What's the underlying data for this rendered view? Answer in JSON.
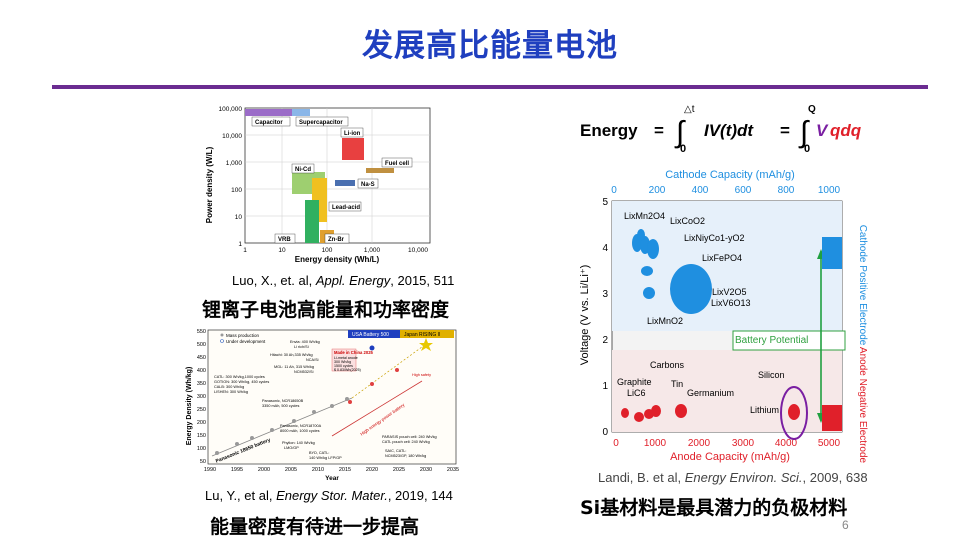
{
  "slide": {
    "title": "发展高比能量电池",
    "page_number": "6",
    "accent": "#1f3fbf",
    "rule_color": "#6b2c91"
  },
  "ragone": {
    "yaxis_label": "Power density (W/L)",
    "xaxis_label": "Energy density (Wh/L)",
    "y_ticks": [
      "100,000",
      "10,000",
      "1,000",
      "100",
      "10",
      "1"
    ],
    "x_ticks": [
      "1",
      "10",
      "100",
      "1,000",
      "10,000"
    ],
    "regions": [
      "Capacitor",
      "Supercapacitor",
      "Li-ion",
      "Fuel cell",
      "Ni-Cd",
      "Na-S",
      "Lead-acid",
      "VRB",
      "Zn-Br"
    ],
    "citation_prefix": "Luo, X., et. al, ",
    "citation_journal": "Appl. Energy",
    "citation_suffix": ", 2015, 511",
    "heading": "锂离子电池高能量和功率密度"
  },
  "timeline": {
    "yaxis_label": "Energy Density (Wh/kg)",
    "xaxis_label": "Year",
    "y_ticks": [
      "550",
      "500",
      "450",
      "400",
      "350",
      "300",
      "250",
      "200",
      "150",
      "100",
      "50"
    ],
    "x_ticks": [
      "1990",
      "1995",
      "2000",
      "2005",
      "2010",
      "2015",
      "2020",
      "2025",
      "2030",
      "2035"
    ],
    "legend_mass": "Mass production",
    "legend_dev": "Under development",
    "badge_usa": "USA Battery 500",
    "badge_japan": "Japan RISING II",
    "made_in_china": "Made in China 2025",
    "panasonic_label": "Panasonic 18650 battery",
    "high_energy_label": "High energy power battery",
    "annotations": [
      "Envia: 400 Wh/kg",
      "Li rich/Si",
      "Hitachi: 30 Ah,335 Wh/kg",
      "NCA/Si",
      "MGL: 11 Ah, 315 Wh/kg",
      "NCM532/Si",
      "CATL: 300 Wh/kg,1000 cycles",
      "GOTION: 300 Wh/kg, 450 cycles",
      "CALB: 300 Wh/kg",
      "LISHEN: 300 Wh/kg",
      "Panasonic, NCR18650B",
      "3350 mAh, 500 cycles",
      "Panasonic, NCR18700A",
      "8000 mAh, 1000 cycles",
      "Phylion: 140 Wh/kg",
      "LMO/GP",
      "BYD, CATL:",
      "140 Wh/kg LFP/GP",
      "PARASIS pouch cell: 240 Wh/kg",
      "CATL pouch cell: 240 Wh/kg",
      "SAIC, CATL:",
      "NCM523/GP, 180 Wh/kg",
      "Li-metal anode",
      "300 Wh/kg",
      "1500 cycles",
      "$ 0.83/Wh(2025)",
      "High safety"
    ],
    "citation_prefix": "Lu, Y., et al,  ",
    "citation_journal": "Energy Stor. Mater.",
    "citation_suffix": ", 2019, 144",
    "heading": "能量密度有待进一步提高"
  },
  "equation": {
    "lhs": "Energy",
    "eq1": "=",
    "upper1": "△t",
    "lower1": "0",
    "integrand1": "IV(t)dt",
    "eq2": "=",
    "upper2": "Q",
    "lower2": "0",
    "integrand_v": "V",
    "integrand_rest": "qdq",
    "v_color": "#7a1fa2"
  },
  "electrode": {
    "top_axis_label": "Cathode Capacity (mAh/g)",
    "top_ticks": [
      "0",
      "200",
      "400",
      "600",
      "800",
      "1000"
    ],
    "bottom_axis_label": "Anode Capacity (mAh/g)",
    "bottom_ticks": [
      "0",
      "1000",
      "2000",
      "3000",
      "4000",
      "5000"
    ],
    "y_label": "Voltage (V vs. Li/Li⁺)",
    "y_ticks": [
      "5",
      "4",
      "3",
      "2",
      "1",
      "0"
    ],
    "right_cathode": "Cathode\nPositive Electrode",
    "right_anode": "Anode\nNegative Electrode",
    "battery_potential": "Battery Potential",
    "cathodes": [
      "LixMn2O4",
      "LixCoO2",
      "LixNiyCo1-yO2",
      "LixFePO4",
      "LixV2O5",
      "LixV6O13",
      "LixMnO2"
    ],
    "anodes": [
      "Graphite",
      "LiC6",
      "Carbons",
      "Tin",
      "Germanium",
      "Silicon",
      "Lithium"
    ],
    "citation_prefix": "Landi, B. et al, ",
    "citation_journal": "Energy Environ. Sci.",
    "citation_suffix": ", 2009, 638",
    "heading": "Si基材料是最具潜力的负极材料",
    "cathode_color": "#1f8fe0",
    "anode_color": "#e0202a"
  }
}
